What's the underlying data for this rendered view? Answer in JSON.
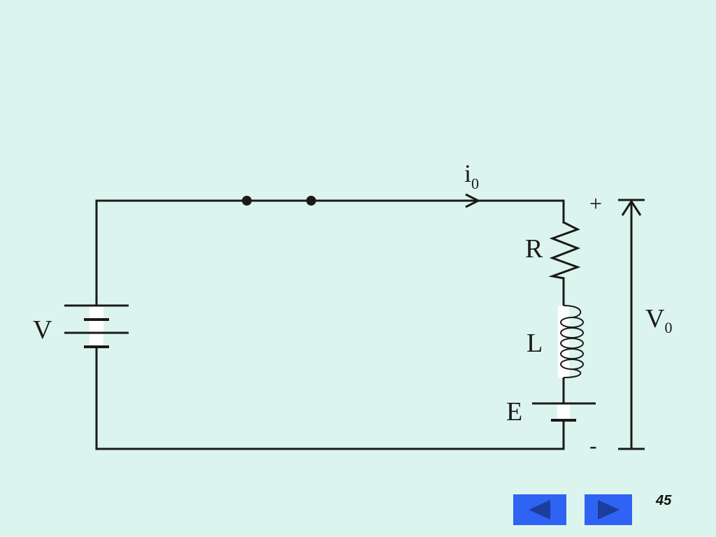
{
  "diagram": {
    "current_label": "i",
    "current_sub": "0",
    "source_label": "V",
    "resistor_label": "R",
    "inductor_label": "L",
    "emf_label": "E",
    "output_label": "V",
    "output_sub": "0",
    "plus_sign": "+",
    "minus_sign": "-"
  },
  "navigation": {
    "prev_icon": "left-triangle-icon",
    "next_icon": "right-triangle-icon",
    "page_number": "45"
  },
  "colors": {
    "background": "#dcf4ee",
    "wire": "#1a1a1a",
    "button": "#2f63f3",
    "button_arrow": "#1d3d9c"
  }
}
